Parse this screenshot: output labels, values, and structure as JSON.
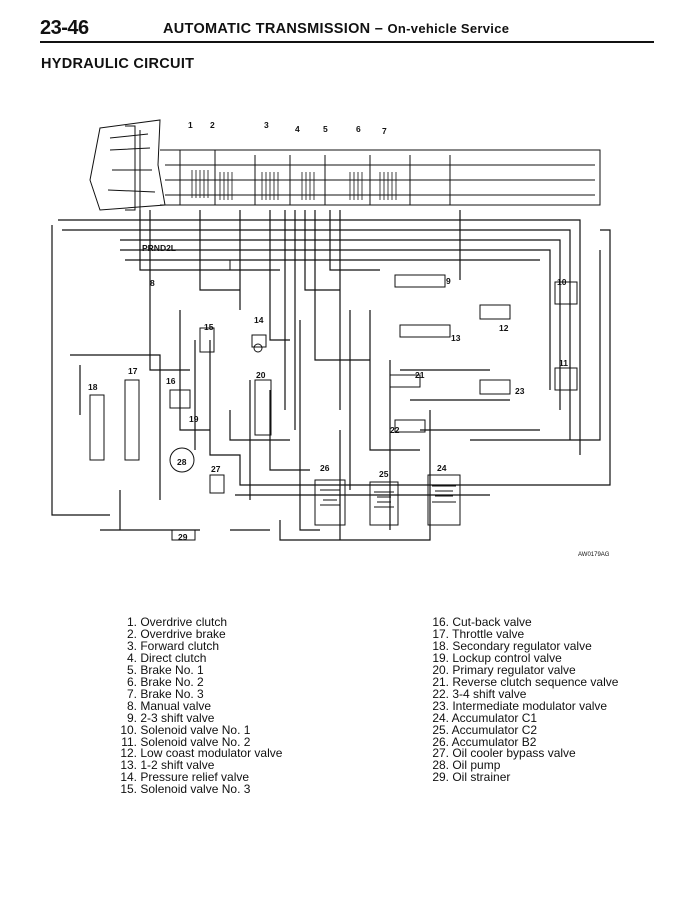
{
  "header": {
    "page_number": "23-46",
    "title": "AUTOMATIC TRANSMISSION",
    "dash": "–",
    "subtitle": "On-vehicle Service"
  },
  "section_title": "HYDRAULIC CIRCUIT",
  "diagram": {
    "selector_label": "PRND2L",
    "figure_code": "AW0179AG",
    "callouts": [
      "1",
      "2",
      "3",
      "4",
      "5",
      "6",
      "7",
      "8",
      "9",
      "10",
      "11",
      "12",
      "13",
      "14",
      "15",
      "16",
      "17",
      "18",
      "19",
      "20",
      "21",
      "22",
      "23",
      "24",
      "25",
      "26",
      "27",
      "28",
      "29"
    ]
  },
  "legend_left": [
    {
      "num": "1.",
      "text": "Overdrive clutch"
    },
    {
      "num": "2.",
      "text": "Overdrive brake"
    },
    {
      "num": "3.",
      "text": "Forward clutch"
    },
    {
      "num": "4.",
      "text": "Direct clutch"
    },
    {
      "num": "5.",
      "text": "Brake No. 1"
    },
    {
      "num": "6.",
      "text": "Brake No. 2"
    },
    {
      "num": "7.",
      "text": "Brake No. 3"
    },
    {
      "num": "8.",
      "text": "Manual valve"
    },
    {
      "num": "9.",
      "text": "2-3 shift valve"
    },
    {
      "num": "10.",
      "text": "Solenoid valve No. 1"
    },
    {
      "num": "11.",
      "text": "Solenoid valve No. 2"
    },
    {
      "num": "12.",
      "text": "Low coast modulator valve"
    },
    {
      "num": "13.",
      "text": "1-2 shift valve"
    },
    {
      "num": "14.",
      "text": "Pressure relief valve"
    },
    {
      "num": "15.",
      "text": "Solenoid valve No. 3"
    }
  ],
  "legend_right": [
    {
      "num": "16.",
      "text": "Cut-back valve"
    },
    {
      "num": "17.",
      "text": "Throttle valve"
    },
    {
      "num": "18.",
      "text": "Secondary regulator valve"
    },
    {
      "num": "19.",
      "text": "Lockup control valve"
    },
    {
      "num": "20.",
      "text": "Primary regulator valve"
    },
    {
      "num": "21.",
      "text": "Reverse clutch sequence valve"
    },
    {
      "num": "22.",
      "text": "3-4 shift valve"
    },
    {
      "num": "23.",
      "text": "Intermediate modulator valve"
    },
    {
      "num": "24.",
      "text": "Accumulator C1"
    },
    {
      "num": "25.",
      "text": "Accumulator C2"
    },
    {
      "num": "26.",
      "text": "Accumulator B2"
    },
    {
      "num": "27.",
      "text": "Oil cooler bypass valve"
    },
    {
      "num": "28.",
      "text": "Oil pump"
    },
    {
      "num": "29.",
      "text": "Oil strainer"
    }
  ]
}
